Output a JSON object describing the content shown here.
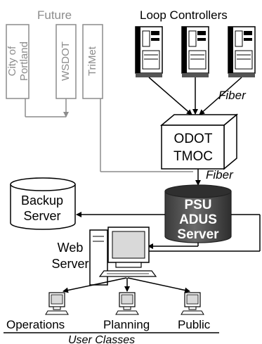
{
  "labels": {
    "future": "Future",
    "loop_controllers": "Loop Controllers",
    "fiber_top": "Fiber",
    "fiber_mid": "Fiber",
    "odot_line1": "ODOT",
    "odot_line2": "TMOC",
    "backup_line1": "Backup",
    "backup_line2": "Server",
    "psu_line1": "PSU",
    "psu_line2": "ADUS",
    "psu_line3": "Server",
    "web_line1": "Web",
    "web_line2": "Server",
    "operations": "Operations",
    "planning": "Planning",
    "public": "Public",
    "user_classes": "User Classes"
  },
  "future_agencies": [
    "City of Portland",
    "WSDOT",
    "TriMet"
  ],
  "colors": {
    "line": "#000000",
    "future_gray": "#8c8c8c",
    "psu_dark": "#4a4a4a",
    "psu_text": "#ffffff",
    "monitor_gray": "#d9d9d9"
  }
}
